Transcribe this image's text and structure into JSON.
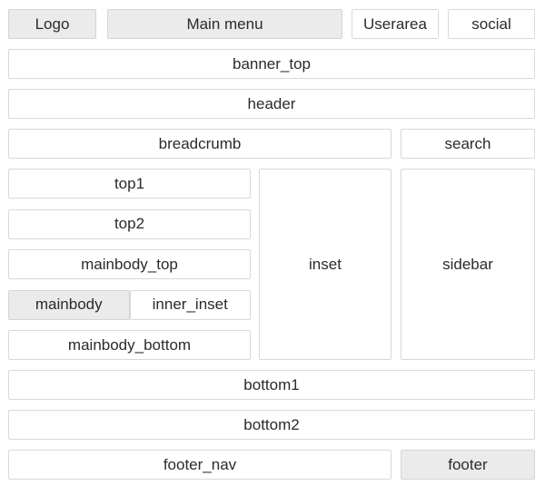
{
  "diagram_title": "template-layout-positions",
  "colors": {
    "background": "#ffffff",
    "box_fill_gray": "#ebebeb",
    "box_border": "#d9d9d9",
    "box_border_gray": "#d5d5d5",
    "text": "#2b2b2b"
  },
  "blocks": {
    "logo": "Logo",
    "main_menu": "Main menu",
    "userarea": "Userarea",
    "social": "social",
    "banner_top": "banner_top",
    "header": "header",
    "breadcrumb": "breadcrumb",
    "search": "search",
    "top1": "top1",
    "top2": "top2",
    "mainbody_top": "mainbody_top",
    "mainbody": "mainbody",
    "inner_inset": "inner_inset",
    "mainbody_bottom": "mainbody_bottom",
    "inset": "inset",
    "sidebar": "sidebar",
    "bottom1": "bottom1",
    "bottom2": "bottom2",
    "footer_nav": "footer_nav",
    "footer": "footer"
  }
}
